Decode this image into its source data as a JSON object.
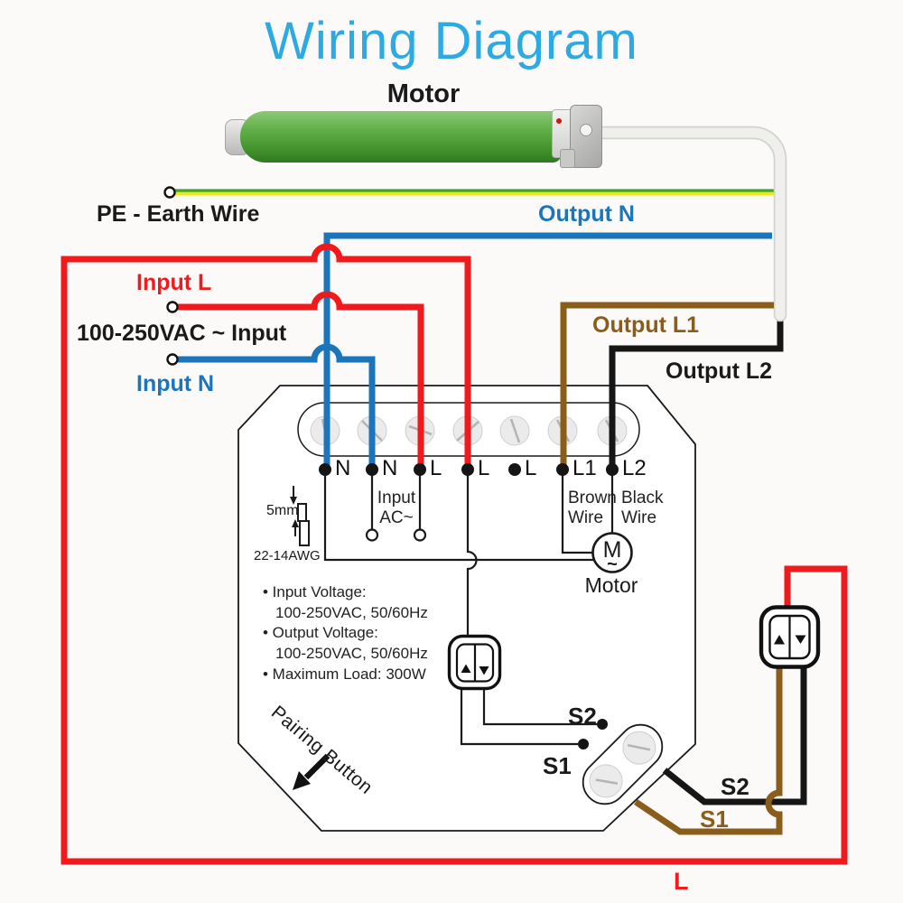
{
  "title": "Wiring Diagram",
  "labels": {
    "motor_top": "Motor",
    "pe_earth": "PE - Earth Wire",
    "output_n": "Output N",
    "input_l": "Input L",
    "vac_input": "100-250VAC ~ Input",
    "input_n": "Input N",
    "output_l1": "Output L1",
    "output_l2": "Output L2",
    "line_l": "L"
  },
  "module": {
    "terminals": [
      "N",
      "N",
      "L",
      "L",
      "L",
      "L1",
      "L2"
    ],
    "input_ac": {
      "line1": "Input",
      "line2": "AC~"
    },
    "brown_wire": {
      "line1": "Brown",
      "line2": "Wire"
    },
    "black_wire": {
      "line1": "Black",
      "line2": "Wire"
    },
    "motor": {
      "symbol": "M",
      "tilde": "~",
      "label": "Motor"
    },
    "strip_length": "5mm",
    "wire_gauge": "22-14AWG",
    "specs": [
      "• Input Voltage:",
      "100-250VAC, 50/60Hz",
      "• Output Voltage:",
      "100-250VAC, 50/60Hz",
      "• Maximum Load: 300W"
    ],
    "pairing_button": "Pairing Button",
    "s1": "S1",
    "s2": "S2"
  },
  "external_switch": {
    "s1": "S1",
    "s2": "S2"
  },
  "icons": {
    "rocker_up": "up-triangle",
    "rocker_down": "down-triangle",
    "pairing_arrow": "arrow-down-left"
  },
  "colors": {
    "title": "#2caae1",
    "wire_red": "#f2191c",
    "wire_blue": "#1b75bb",
    "wire_brown": "#8a5d1a",
    "wire_black": "#161616",
    "earth_yellow": "#f0e90c",
    "earth_green": "#3fa234",
    "motor_green": "#4f9e3b"
  }
}
